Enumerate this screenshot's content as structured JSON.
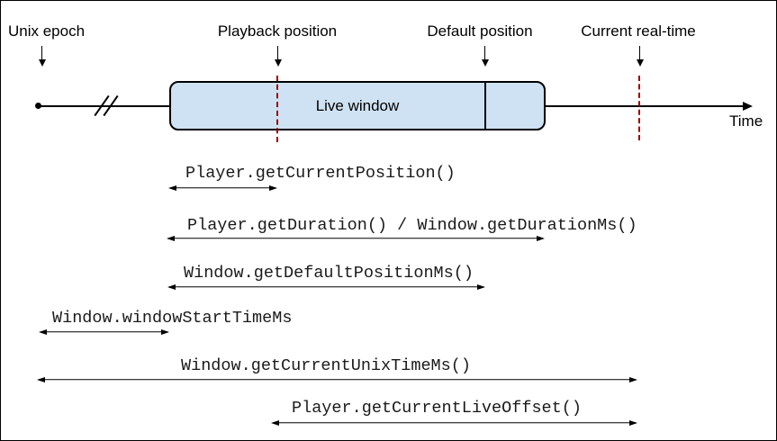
{
  "top_labels": [
    {
      "label": "Unix epoch"
    },
    {
      "label": "Playback position"
    },
    {
      "label": "Default position"
    },
    {
      "label": "Current real-time"
    }
  ],
  "timeline": {
    "window_label": "Live window",
    "axis_label": "Time"
  },
  "annotations": [
    {
      "label": "Player.getCurrentPosition()"
    },
    {
      "label": "Player.getDuration() / Window.getDurationMs()"
    },
    {
      "label": "Window.getDefaultPositionMs()"
    },
    {
      "label": "Window.windowStartTimeMs"
    },
    {
      "label": "Window.getCurrentUnixTimeMs()"
    },
    {
      "label": "Player.getCurrentLiveOffset()"
    }
  ],
  "colors": {
    "window_fill": "#cfe2f3",
    "window_border": "#000000",
    "marker_dash": "#990000",
    "line": "#000000",
    "background": "#ffffff"
  }
}
